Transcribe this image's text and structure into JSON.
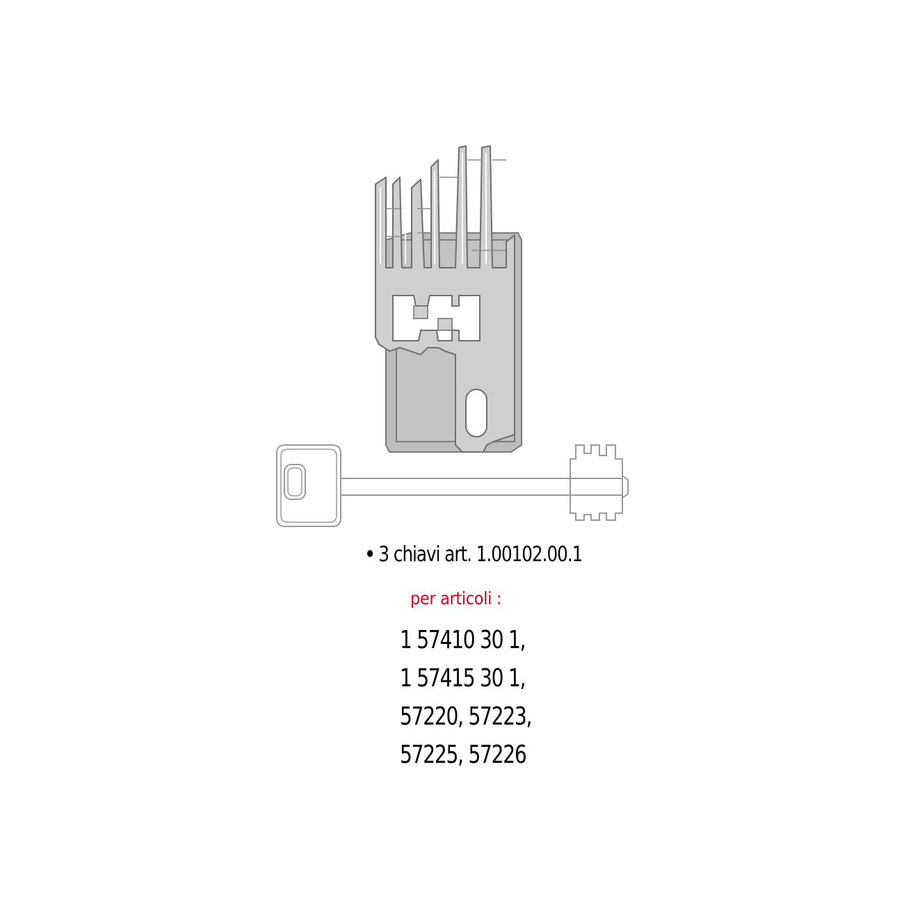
{
  "colors": {
    "accent_red": "#e3001b",
    "metal_fill": "#c9c9c9",
    "metal_dark": "#8a8a8a",
    "key_outline": "#9a9a9a"
  },
  "illustration": {
    "lock_lever_pack": "lever-pack-icon",
    "key": "double-bit-key-icon"
  },
  "caption": {
    "keys_line": "3 chiavi art. 1.00102.00.1",
    "for_label": "per articoli :",
    "article_codes": [
      "1 57410 30 1,",
      "1 57415 30 1,",
      "57220, 57223,",
      "57225, 57226"
    ]
  }
}
